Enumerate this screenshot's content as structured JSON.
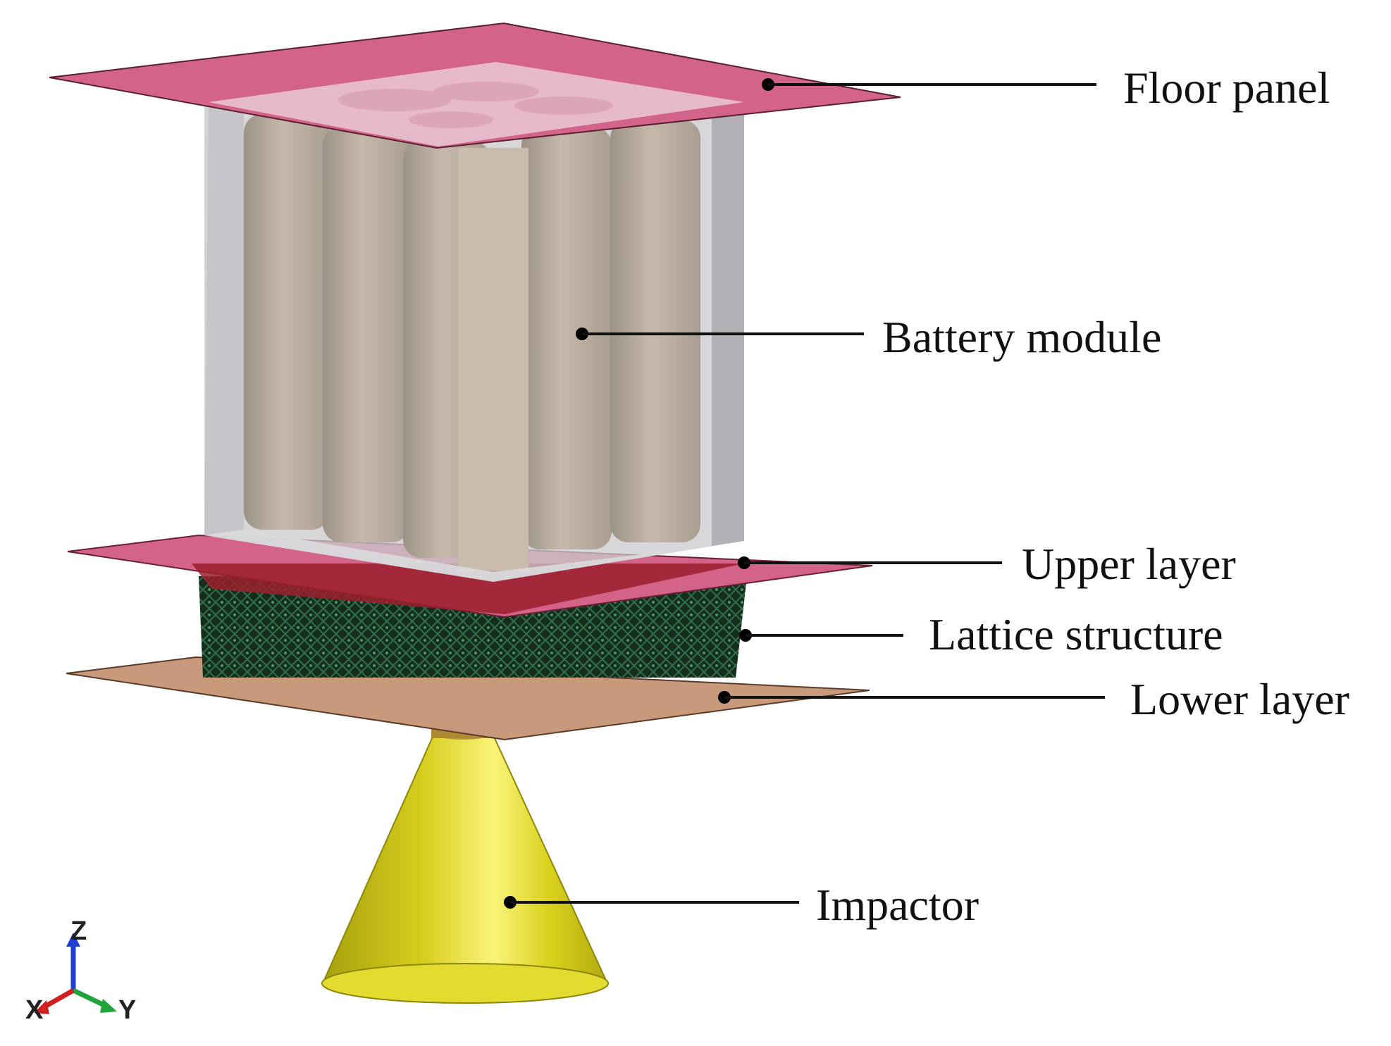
{
  "components": {
    "floor_panel": "Floor panel",
    "battery_module": "Battery module",
    "upper_layer": "Upper layer",
    "lattice_structure": "Lattice structure",
    "lower_layer": "Lower layer",
    "impactor": "Impactor"
  },
  "axes": {
    "x": "X",
    "y": "Y",
    "z": "Z"
  },
  "colors": {
    "plate_pink": "#d4638a",
    "lower_layer": "#c8997b",
    "battery_cell": "#c8bbad",
    "lattice": "#1d3a28",
    "impactor": "#d9d11b",
    "axis_z": "#1f3fd0",
    "axis_x": "#d01f1f",
    "axis_y": "#1fa33a"
  }
}
